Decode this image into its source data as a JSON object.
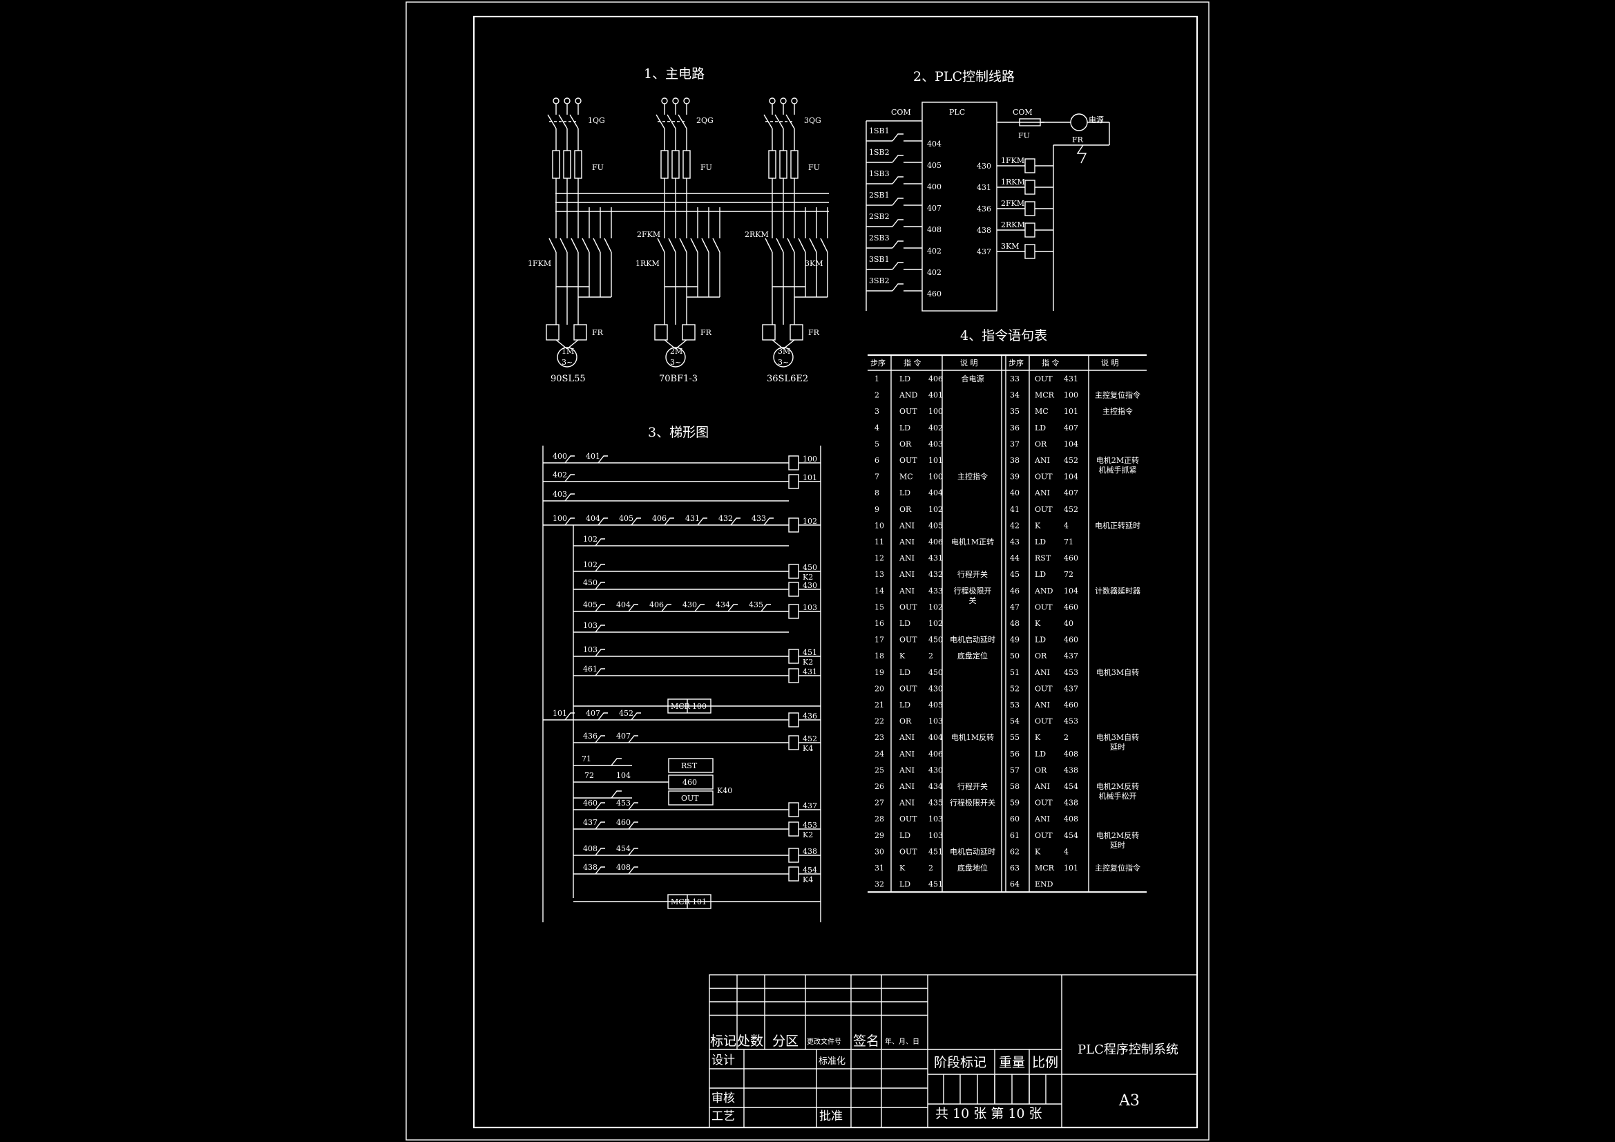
{
  "titles": {
    "main_circuit": "1、主电路",
    "plc_circuit": "2、PLC控制线路",
    "ladder": "3、梯形图",
    "instruction_table": "4、指令语句表"
  },
  "main_circuit": {
    "switches": [
      "1QG",
      "2QG",
      "3QG"
    ],
    "fuse": "FU",
    "contactors": [
      "1FKM",
      "2FKM",
      "1RKM",
      "2RKM",
      "3KM"
    ],
    "relay": "FR",
    "motors": [
      {
        "label": "1M",
        "phase": "3~",
        "model": "90SL55"
      },
      {
        "label": "2M",
        "phase": "3~",
        "model": "70BF1-3"
      },
      {
        "label": "3M",
        "phase": "3~",
        "model": "36SL6E2"
      }
    ]
  },
  "plc_circuit": {
    "com": "COM",
    "plc": "PLC",
    "fu": "FU",
    "power": "电源",
    "fr": "FR",
    "inputs": [
      {
        "name": "1SB1",
        "addr": "404"
      },
      {
        "name": "1SB2",
        "addr": "405"
      },
      {
        "name": "1SB3",
        "addr": "400"
      },
      {
        "name": "2SB1",
        "addr": "407"
      },
      {
        "name": "2SB2",
        "addr": "408"
      },
      {
        "name": "2SB3",
        "addr": "402"
      },
      {
        "name": "3SB1",
        "addr": "402"
      },
      {
        "name": "3SB2",
        "addr": "460"
      }
    ],
    "outputs": [
      {
        "addr": "430",
        "name": "1FKM"
      },
      {
        "addr": "431",
        "name": "1RKM"
      },
      {
        "addr": "436",
        "name": "2FKM"
      },
      {
        "addr": "438",
        "name": "2RKM"
      },
      {
        "addr": "437",
        "name": "3KM"
      }
    ]
  },
  "ladder": {
    "rungs": [
      {
        "contacts": [
          "400",
          "401"
        ],
        "coil": "100"
      },
      {
        "contacts": [
          "402"
        ],
        "coil": "101"
      },
      {
        "contacts": [
          "403"
        ],
        "coil": ""
      },
      {
        "contacts": [
          "100",
          "404",
          "405",
          "406",
          "431",
          "432",
          "433"
        ],
        "coil": "102"
      },
      {
        "contacts": [
          "102"
        ],
        "coil": ""
      },
      {
        "contacts": [
          "102"
        ],
        "coil": "450",
        "k": "K2"
      },
      {
        "contacts": [
          "450"
        ],
        "coil": "430"
      },
      {
        "contacts": [
          "405",
          "404",
          "406",
          "430",
          "434",
          "435"
        ],
        "coil": "103"
      },
      {
        "contacts": [
          "103"
        ],
        "coil": ""
      },
      {
        "contacts": [
          "103"
        ],
        "coil": "451",
        "k": "K2"
      },
      {
        "contacts": [
          "461"
        ],
        "coil": "431"
      },
      {
        "contacts": [
          "MCR",
          "100"
        ],
        "coil": ""
      },
      {
        "contacts": [
          "101",
          "407",
          "452"
        ],
        "coil": "436"
      },
      {
        "contacts": [
          "436",
          "407"
        ],
        "coil": "452",
        "k": "K4"
      },
      {
        "contacts": [
          "71",
          "RST"
        ],
        "coil": ""
      },
      {
        "contacts": [
          "72",
          "104",
          "460",
          "K40"
        ],
        "coil": ""
      },
      {
        "contacts": [
          "OUT"
        ],
        "coil": ""
      },
      {
        "contacts": [
          "460",
          "453"
        ],
        "coil": "437"
      },
      {
        "contacts": [
          "437",
          "460"
        ],
        "coil": "453",
        "k": "K2"
      },
      {
        "contacts": [
          "408",
          "454"
        ],
        "coil": "438"
      },
      {
        "contacts": [
          "438",
          "408"
        ],
        "coil": "454",
        "k": "K4"
      },
      {
        "contacts": [
          "MCR",
          "101"
        ],
        "coil": ""
      }
    ]
  },
  "instruction_table": {
    "headers": [
      "步序",
      "指  令",
      "说  明",
      "步序",
      "指  令",
      "说  明"
    ],
    "rows_left": [
      [
        "1",
        "LD",
        "406"
      ],
      [
        "2",
        "AND",
        "401"
      ],
      [
        "3",
        "OUT",
        "100"
      ],
      [
        "4",
        "LD",
        "402"
      ],
      [
        "5",
        "OR",
        "403"
      ],
      [
        "6",
        "OUT",
        "101"
      ],
      [
        "7",
        "MC",
        "100"
      ],
      [
        "8",
        "LD",
        "404"
      ],
      [
        "9",
        "OR",
        "102"
      ],
      [
        "10",
        "ANI",
        "405"
      ],
      [
        "11",
        "ANI",
        "406"
      ],
      [
        "12",
        "ANI",
        "431"
      ],
      [
        "13",
        "ANI",
        "432"
      ],
      [
        "14",
        "ANI",
        "433"
      ],
      [
        "15",
        "OUT",
        "102"
      ],
      [
        "16",
        "LD",
        "102"
      ],
      [
        "17",
        "OUT",
        "450"
      ],
      [
        "18",
        "K",
        "2"
      ],
      [
        "19",
        "LD",
        "450"
      ],
      [
        "20",
        "OUT",
        "430"
      ],
      [
        "21",
        "LD",
        "405"
      ],
      [
        "22",
        "OR",
        "103"
      ],
      [
        "23",
        "ANI",
        "404"
      ],
      [
        "24",
        "ANI",
        "406"
      ],
      [
        "25",
        "ANI",
        "430"
      ],
      [
        "26",
        "ANI",
        "434"
      ],
      [
        "27",
        "ANI",
        "435"
      ],
      [
        "28",
        "OUT",
        "103"
      ],
      [
        "29",
        "LD",
        "103"
      ],
      [
        "30",
        "OUT",
        "451"
      ],
      [
        "31",
        "K",
        "2"
      ],
      [
        "32",
        "LD",
        "451"
      ]
    ],
    "rows_right": [
      [
        "33",
        "OUT",
        "431"
      ],
      [
        "34",
        "MCR",
        "100"
      ],
      [
        "35",
        "MC",
        "101"
      ],
      [
        "36",
        "LD",
        "407"
      ],
      [
        "37",
        "OR",
        "104"
      ],
      [
        "38",
        "ANI",
        "452"
      ],
      [
        "39",
        "OUT",
        "104"
      ],
      [
        "40",
        "ANI",
        "407"
      ],
      [
        "41",
        "OUT",
        "452"
      ],
      [
        "42",
        "K",
        "4"
      ],
      [
        "43",
        "LD",
        "71"
      ],
      [
        "44",
        "RST",
        "460"
      ],
      [
        "45",
        "LD",
        "72"
      ],
      [
        "46",
        "AND",
        "104"
      ],
      [
        "47",
        "OUT",
        "460"
      ],
      [
        "48",
        "K",
        "40"
      ],
      [
        "49",
        "LD",
        "460"
      ],
      [
        "50",
        "OR",
        "437"
      ],
      [
        "51",
        "ANI",
        "453"
      ],
      [
        "52",
        "OUT",
        "437"
      ],
      [
        "53",
        "ANI",
        "460"
      ],
      [
        "54",
        "OUT",
        "453"
      ],
      [
        "55",
        "K",
        "2"
      ],
      [
        "56",
        "LD",
        "408"
      ],
      [
        "57",
        "OR",
        "438"
      ],
      [
        "58",
        "ANI",
        "454"
      ],
      [
        "59",
        "OUT",
        "438"
      ],
      [
        "60",
        "ANI",
        "408"
      ],
      [
        "61",
        "OUT",
        "454"
      ],
      [
        "62",
        "K",
        "4"
      ],
      [
        "63",
        "MCR",
        "101"
      ],
      [
        "64",
        "END",
        ""
      ]
    ],
    "notes_left": [
      {
        "row": 0,
        "lines": [
          "合电源"
        ]
      },
      {
        "row": 6,
        "lines": [
          "主控指令"
        ]
      },
      {
        "row": 10,
        "lines": [
          "电机1M正转"
        ]
      },
      {
        "row": 12,
        "lines": [
          "行程开关"
        ]
      },
      {
        "row": 13,
        "lines": [
          "行程极限开",
          "关"
        ]
      },
      {
        "row": 16,
        "lines": [
          "电机启动延时"
        ]
      },
      {
        "row": 17,
        "lines": [
          "底盘定位"
        ]
      },
      {
        "row": 22,
        "lines": [
          "电机1M反转"
        ]
      },
      {
        "row": 25,
        "lines": [
          "行程开关"
        ]
      },
      {
        "row": 26,
        "lines": [
          "行程极限开关"
        ]
      },
      {
        "row": 29,
        "lines": [
          "电机启动延时"
        ]
      },
      {
        "row": 30,
        "lines": [
          "底盘地位"
        ]
      }
    ],
    "notes_right": [
      {
        "row": 1,
        "lines": [
          "主控复位指令"
        ]
      },
      {
        "row": 2,
        "lines": [
          "主控指令"
        ]
      },
      {
        "row": 5,
        "lines": [
          "电机2M正转",
          "机械手抓紧"
        ]
      },
      {
        "row": 9,
        "lines": [
          "电机正转延时"
        ]
      },
      {
        "row": 13,
        "lines": [
          "计数器延时器"
        ]
      },
      {
        "row": 18,
        "lines": [
          "电机3M自转"
        ]
      },
      {
        "row": 22,
        "lines": [
          "电机3M自转",
          "延时"
        ]
      },
      {
        "row": 25,
        "lines": [
          "电机2M反转",
          "机械手松开"
        ]
      },
      {
        "row": 28,
        "lines": [
          "电机2M反转",
          "延时"
        ]
      },
      {
        "row": 30,
        "lines": [
          "主控复位指令"
        ]
      }
    ]
  },
  "title_block": {
    "mark": "标记",
    "count": "处数",
    "zone": "分区",
    "doc": "更改文件号",
    "sign": "签名",
    "date": "年、月、日",
    "design": "设计",
    "standard": "标准化",
    "review": "审核",
    "craft": "工艺",
    "approve": "批准",
    "stage": "阶段标记",
    "weight": "重量",
    "scale": "比例",
    "sheets": "共 10 张 第 10 张",
    "drawing_title": "PLC程序控制系统",
    "size": "A3"
  }
}
